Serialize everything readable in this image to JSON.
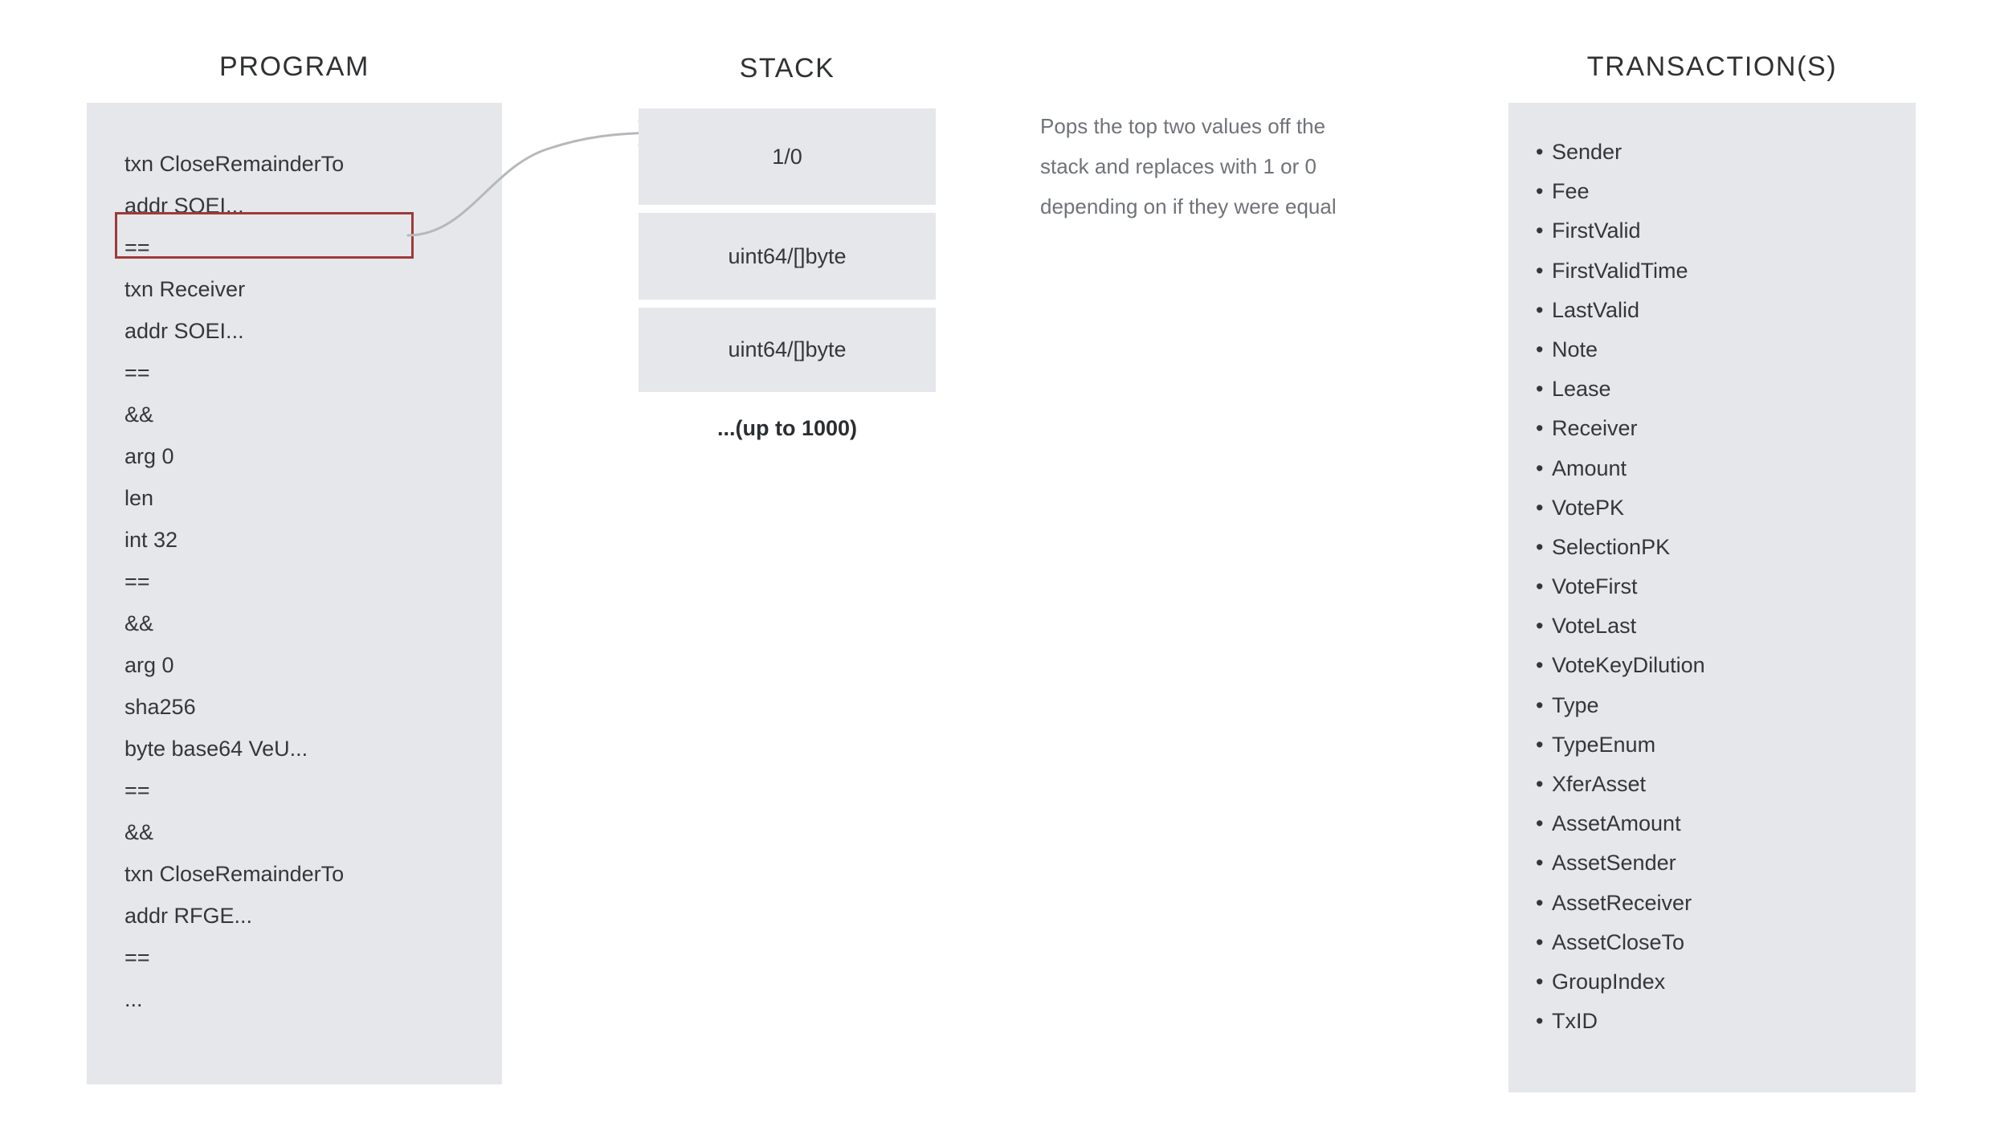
{
  "program": {
    "header": "PROGRAM",
    "highlighted_index": 2,
    "lines": [
      "txn CloseRemainderTo",
      "addr SOEI...",
      "==",
      "txn Receiver",
      "addr SOEI...",
      "==",
      "&&",
      "arg 0",
      "len",
      "int 32",
      "==",
      "&&",
      "arg 0",
      "sha256",
      "byte base64 VeU...",
      "==",
      "&&",
      "txn CloseRemainderTo",
      "addr RFGE...",
      "==",
      "..."
    ]
  },
  "stack": {
    "header": "STACK",
    "cells": [
      "1/0",
      "uint64/[]byte",
      "uint64/[]byte"
    ],
    "more_label": "...(up to 1000)"
  },
  "annotation": {
    "lines": [
      "Pops the top two values off the",
      "stack and replaces with 1 or 0",
      "depending on if they were equal"
    ]
  },
  "transactions": {
    "header": "TRANSACTION(S)",
    "bullet": "•",
    "fields": [
      "Sender",
      "Fee",
      "FirstValid",
      "FirstValidTime",
      "LastValid",
      "Note",
      "Lease",
      "Receiver",
      "Amount",
      "VotePK",
      "SelectionPK",
      "VoteFirst",
      "VoteLast",
      "VoteKeyDilution",
      "Type",
      "TypeEnum",
      "XferAsset",
      "AssetAmount",
      "AssetSender",
      "AssetReceiver",
      "AssetCloseTo",
      "GroupIndex",
      "TxID"
    ]
  },
  "colors": {
    "panel_background": "#e5e7ea",
    "page_background": "#ffffff",
    "text": "#33373b",
    "header_text": "#2f3133",
    "annotation_text": "#6f7378",
    "highlight_border": "#9e3a3a",
    "arrow": "#b6b8bb"
  }
}
